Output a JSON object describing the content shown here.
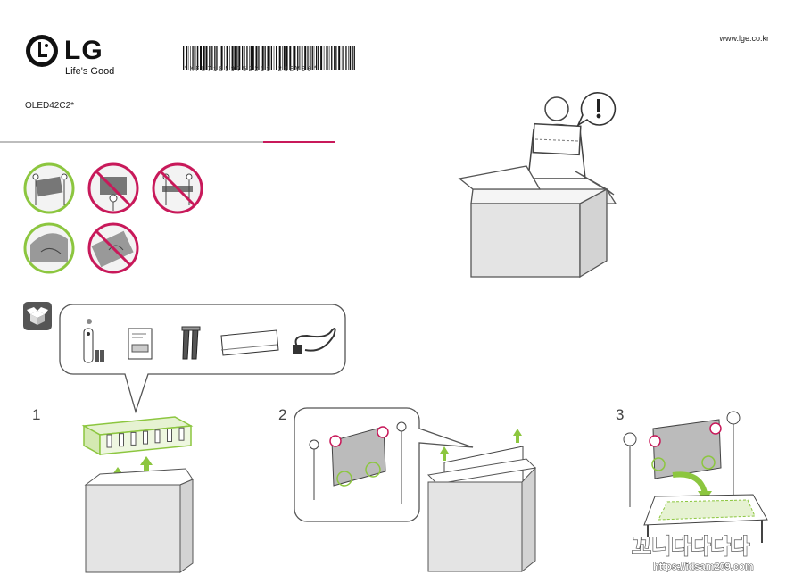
{
  "header": {
    "brand": "LG",
    "tagline": "Life's Good",
    "barcode_text": "*MFL71859752211 2REV00*",
    "website": "www.lge.co.kr",
    "model": "OLED42C2*"
  },
  "steps": [
    {
      "number": "1"
    },
    {
      "number": "2"
    },
    {
      "number": "3"
    }
  ],
  "colors": {
    "accent": "#c8195a",
    "ok_green": "#8cc63f",
    "no_red": "#c8195a",
    "line_grey": "#555555",
    "box_grey": "#e4e4e4"
  },
  "icons": {
    "warning": "exclamation-bubble-icon",
    "box": "unpack-box-icon",
    "accessories": [
      "remote-control-icon",
      "manual-booklet-icon",
      "stand-legs-icon",
      "stand-bracket-icon",
      "power-cable-icon"
    ]
  },
  "watermark": {
    "title": "꼬니다다다다",
    "url": "https://idsam209.com"
  }
}
